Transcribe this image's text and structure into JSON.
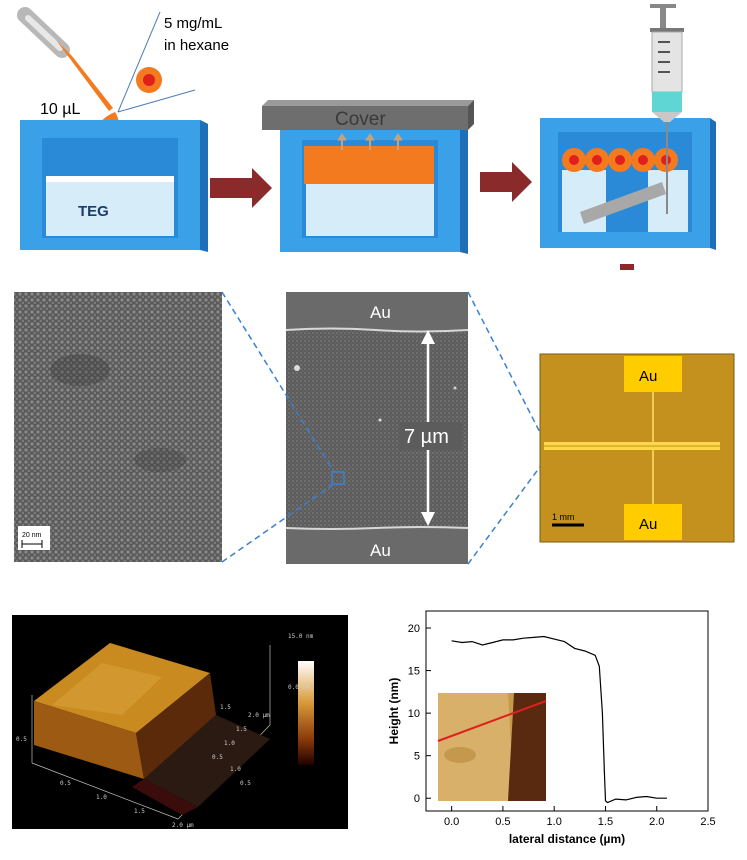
{
  "step1": {
    "volume": "10 µL",
    "concentration_line1": "5 mg/mL",
    "concentration_line2": "in hexane",
    "liquid": "TEG"
  },
  "step2": {
    "cover": "Cover"
  },
  "sem_zoom": {
    "scale": "20 nm"
  },
  "sem_device": {
    "top_electrode": "Au",
    "bottom_electrode": "Au",
    "gap": "7 µm"
  },
  "optical": {
    "top_electrode": "Au",
    "bottom_electrode": "Au",
    "scale": "1 mm"
  },
  "afm3d": {
    "z_ticks": [
      "15.0 nm",
      "0.0 nm"
    ],
    "x_ticks": [
      "0.5",
      "1.0",
      "1.5",
      "2.0 µm"
    ],
    "y_ticks": [
      "0.5",
      "1.0",
      "1.5",
      "2.0 µm"
    ],
    "y2_ticks": [
      "1.5",
      "1.0",
      "0.5"
    ]
  },
  "colors": {
    "blue": "#3aa0e8",
    "orange": "#f47a20",
    "arrow": "#8b2a2a",
    "sem_gray": "#6a6a6a",
    "optical_bg": "#c4901e",
    "gold": "#ffcc00",
    "red": "#e0201c"
  },
  "chart_data": {
    "type": "line",
    "xlabel": "lateral distance (µm)",
    "ylabel": "Height (nm)",
    "xlim": [
      -0.25,
      2.5
    ],
    "ylim": [
      -1.5,
      22
    ],
    "xticks": [
      0.0,
      0.5,
      1.0,
      1.5,
      2.0,
      2.5
    ],
    "yticks": [
      0,
      5,
      10,
      15,
      20
    ],
    "x": [
      0.0,
      0.1,
      0.2,
      0.3,
      0.4,
      0.5,
      0.6,
      0.7,
      0.8,
      0.9,
      1.0,
      1.1,
      1.2,
      1.3,
      1.4,
      1.44,
      1.47,
      1.49,
      1.5,
      1.52,
      1.6,
      1.7,
      1.8,
      1.9,
      2.0,
      2.1
    ],
    "y": [
      18.5,
      18.3,
      18.4,
      18.0,
      18.3,
      18.6,
      18.6,
      18.8,
      18.9,
      19.0,
      18.7,
      18.4,
      17.6,
      17.3,
      16.8,
      15.5,
      10.0,
      3.0,
      -0.3,
      -0.5,
      -0.1,
      -0.2,
      0.1,
      0.2,
      0.0,
      0.0
    ]
  }
}
